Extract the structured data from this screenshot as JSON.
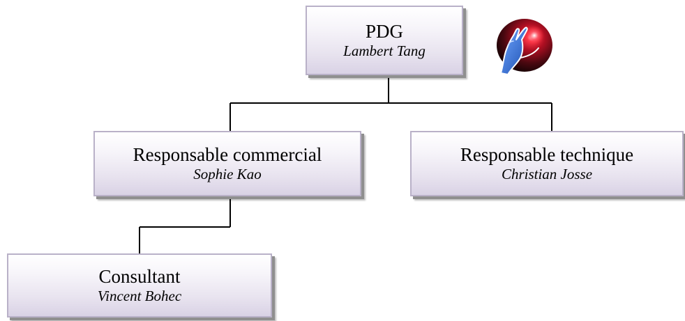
{
  "org_chart": {
    "nodes": [
      {
        "id": "pdg",
        "role": "PDG",
        "person": "Lambert Tang"
      },
      {
        "id": "commercial",
        "role": "Responsable commercial",
        "person": "Sophie Kao"
      },
      {
        "id": "technique",
        "role": "Responsable technique",
        "person": "Christian Josse"
      },
      {
        "id": "consultant",
        "role": "Consultant",
        "person": "Vincent Bohec"
      }
    ],
    "edges": [
      {
        "from": "pdg",
        "to": "commercial"
      },
      {
        "from": "pdg",
        "to": "technique"
      },
      {
        "from": "commercial",
        "to": "consultant"
      }
    ]
  },
  "logo": {
    "icon": "crystal-ball-hand-icon",
    "accent": "#e0102a",
    "hand": "#2e6fd6"
  }
}
